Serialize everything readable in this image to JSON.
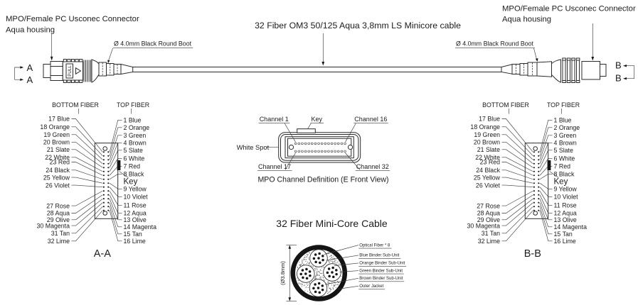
{
  "header": {
    "left_connector": {
      "line1": "MPO/Female PC Usconec Connector",
      "line2": "Aqua housing"
    },
    "right_connector": {
      "line1": "MPO/Female PC Usconec Connector",
      "line2": "Aqua housing"
    },
    "cable_title": "32 Fiber OM3 50/125 Aqua 3,8mm LS Minicore cable",
    "left_boot_label": "Ø 4.0mm Black Round Boot",
    "right_boot_label": "Ø 4.0mm Black Round Boot",
    "section_a": "A",
    "section_b": "B",
    "pull_tab": "PULL"
  },
  "fiber_map": {
    "bottom_header": "BOTTOM FIBER",
    "top_header": "TOP FIBER",
    "key_label": "Key",
    "bottom_labels": [
      "17 Blue",
      "18 Orange",
      "19 Green",
      "20 Brown",
      "21 Slate",
      "22 White",
      "23 Red",
      "24 Black",
      "25 Yellow",
      "26 Violet",
      "27 Rose",
      "28 Aqua",
      "29 Olive",
      "30 Magenta",
      "31 Tan",
      "32 Lime"
    ],
    "top_labels": [
      "1 Blue",
      "2 Orange",
      "3 Green",
      "4 Brown",
      "5 Slate",
      "6 White",
      "7 Red",
      "8 Black",
      "9 Yellow",
      "10 Violet",
      "11 Rose",
      "12 Aqua",
      "13 Olive",
      "14 Magenta",
      "15 Tan",
      "16 Lime"
    ],
    "view_a_caption": "A-A",
    "view_b_caption": "B-B"
  },
  "mpo_view": {
    "channel_1": "Channel 1",
    "key": "Key",
    "channel_16": "Channel 16",
    "white_spot": "White Spot",
    "channel_17": "Channel 17",
    "channel_32": "Channel 32",
    "caption": "MPO Channel Definition (E Front View)"
  },
  "cross_section": {
    "title": "32 Fiber Mini-Core Cable",
    "diameter_label": "(Ø3.8mm)",
    "labels": [
      "Optical Fiber * 8",
      "Blue Binder Sub-Unit",
      "Orange Binder Sub-Unit",
      "Green Binder Sub-Unit",
      "Brown Binder Sub-Unit",
      "Outer Jacket"
    ]
  }
}
